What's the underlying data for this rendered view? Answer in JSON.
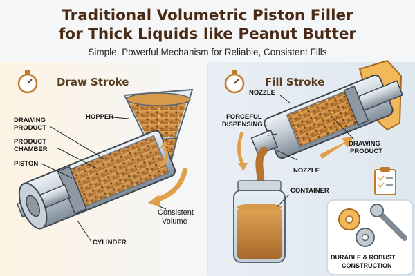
{
  "header": {
    "title_line1": "Traditional Volumetric Piston Filler",
    "title_line2": "for Thick Liquids like Peanut Butter",
    "subtitle": "Simple, Powerful Mechanism for Reliable, Consistent Fills"
  },
  "draw_stroke": {
    "heading": "Draw Stroke",
    "icon": "stopwatch-icon",
    "labels": {
      "hopper": "HOPPER",
      "drawing_product_1": "DRAWING",
      "drawing_product_2": "PRODUCT",
      "product_chamber_1": "PRODUCT",
      "product_chamber_2": "CHAMBER",
      "piston": "PISTON",
      "cylinder": "CYLINDER",
      "consistent_1": "Consistent",
      "consistent_2": "Volume"
    }
  },
  "fill_stroke": {
    "heading": "Fill Stroke",
    "icon": "stopwatch-icon",
    "labels": {
      "nozzle_top": "NOZZLE",
      "forceful_1": "FORCEFUL",
      "forceful_2": "DISPENSING",
      "drawing_1": "DRAWING",
      "drawing_2": "PRODUCT",
      "nozzle_bottom": "NOZZLE",
      "container": "CONTAINER"
    },
    "checklist_icon": "clipboard-checklist-icon"
  },
  "durable_panel": {
    "line1": "DURABLE & ROBUST",
    "line2": "CONSTRUCTION",
    "icons": [
      "gear-icon",
      "wrench-icon"
    ]
  },
  "colors": {
    "title": "#4a2a14",
    "peanut_butter": "#c98a3e",
    "steel": "#b8c2cc",
    "arrow": "#e0a04a",
    "bracket": "#f1b95a"
  }
}
